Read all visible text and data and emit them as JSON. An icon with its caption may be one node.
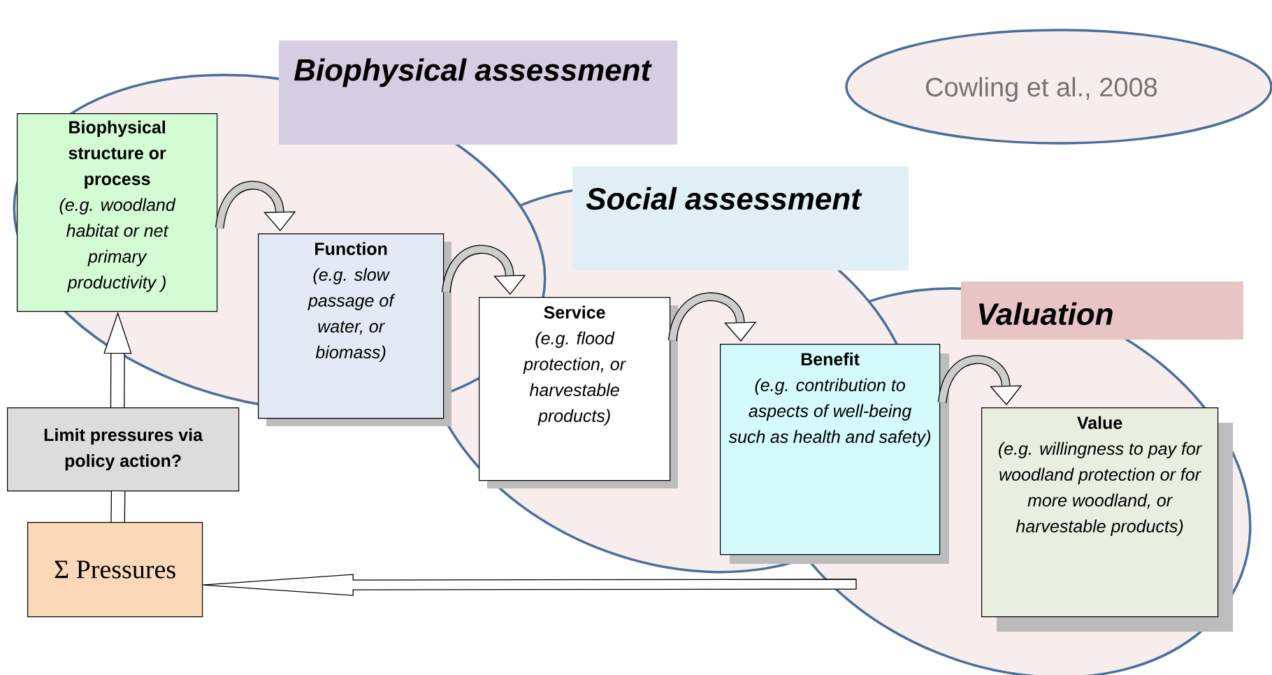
{
  "diagram": {
    "nodes": [
      {
        "text": [
          "Biophysical assessment"
        ]
      },
      {
        "text": [
          "Cowling et al., 2008"
        ]
      },
      {
        "text": [
          "Social assessment"
        ]
      },
      {
        "text": [
          "Valuation"
        ]
      },
      {
        "text": [
          "Biophysical structure or process",
          "(e.g. woodland habitat or net primary productivity )"
        ]
      },
      {
        "text": [
          "Function",
          "(e.g. slow passage of water, or biomass)"
        ]
      },
      {
        "text": [
          "Service",
          "(e.g. flood protection, or harvestable products)"
        ]
      },
      {
        "text": [
          "Benefit",
          "(e.g. contribution to aspects of well-being such as health and safety)"
        ]
      },
      {
        "text": [
          "Value",
          "(e.g. willingness to pay for woodland protection or for more woodland, or harvestable products)"
        ]
      },
      {
        "text": [
          "Limit pressures via policy action?"
        ]
      },
      {
        "text": [
          "Σ Pressures"
        ]
      }
    ],
    "edges": [
      {
        "from": 4,
        "to": 5,
        "arrow": "to"
      },
      {
        "from": 5,
        "to": 6,
        "arrow": "to"
      },
      {
        "from": 6,
        "to": 7,
        "arrow": "to"
      },
      {
        "from": 7,
        "to": 8,
        "arrow": "to"
      },
      {
        "from": 9,
        "to": 4,
        "arrow": "to"
      },
      {
        "from": 10,
        "to": 9,
        "arrow": "none"
      },
      {
        "from": null,
        "to": 10,
        "arrow": "to"
      }
    ]
  }
}
